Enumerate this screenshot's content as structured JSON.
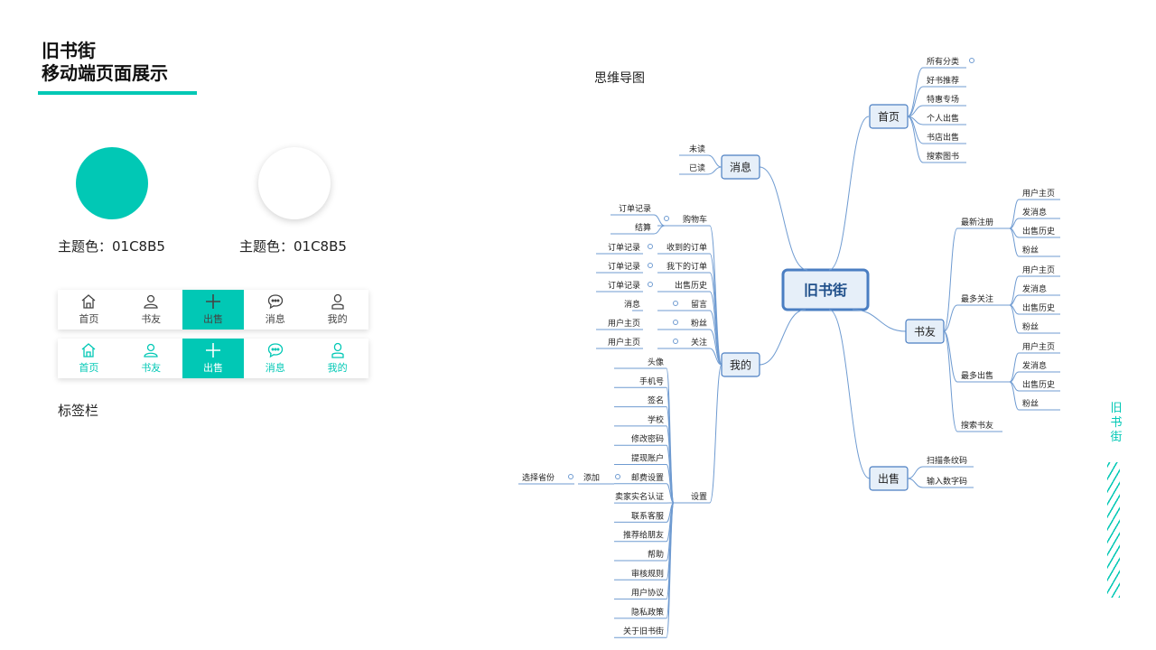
{
  "title": {
    "line1": "旧书街",
    "line2": "移动端页面展示"
  },
  "colors": {
    "theme": "#01C8B5",
    "line": "#6f9bd1",
    "node_border": "#4a7ec2",
    "node_fill": "#e6eff9"
  },
  "swatches": [
    {
      "label": "主题色：01C8B5",
      "color": "#01C8B5"
    },
    {
      "label": "主题色：01C8B5",
      "color": "#ffffff"
    }
  ],
  "tabbar": {
    "caption": "标签栏",
    "items": [
      {
        "label": "首页",
        "icon": "home-icon"
      },
      {
        "label": "书友",
        "icon": "user-icon"
      },
      {
        "label": "出售",
        "icon": "plus-icon"
      },
      {
        "label": "消息",
        "icon": "chat-icon"
      },
      {
        "label": "我的",
        "icon": "person-icon"
      }
    ]
  },
  "mindmap": {
    "caption": "思维导图",
    "root": "旧书街",
    "首页": [
      "所有分类",
      "好书推荐",
      "特惠专场",
      "个人出售",
      "书店出售",
      "搜索图书"
    ],
    "消息": [
      "未读",
      "已读"
    ],
    "书友": {
      "groups": [
        {
          "label": "最新注册",
          "children": [
            "用户主页",
            "发消息",
            "出售历史",
            "粉丝"
          ]
        },
        {
          "label": "最多关注",
          "children": [
            "用户主页",
            "发消息",
            "出售历史",
            "粉丝"
          ]
        },
        {
          "label": "最多出售",
          "children": [
            "用户主页",
            "发消息",
            "出售历史",
            "粉丝"
          ]
        }
      ],
      "extra": "搜索书友"
    },
    "出售": [
      "扫描条纹码",
      "输入数字码"
    ],
    "我的": {
      "groups": [
        {
          "label": "购物车",
          "children": [
            "订单记录",
            "结算"
          ]
        },
        {
          "label": "收到的订单",
          "children": [
            "订单记录"
          ]
        },
        {
          "label": "我下的订单",
          "children": [
            "订单记录"
          ]
        },
        {
          "label": "出售历史",
          "children": [
            "订单记录"
          ]
        },
        {
          "label": "留言",
          "children": [
            "消息"
          ]
        },
        {
          "label": "粉丝",
          "children": [
            "用户主页"
          ]
        },
        {
          "label": "关注",
          "children": [
            "用户主页"
          ]
        }
      ],
      "settings": {
        "label": "设置",
        "children": [
          "头像",
          "手机号",
          "签名",
          "学校",
          "修改密码",
          "提现账户",
          "邮费设置",
          "卖家实名认证",
          "联系客服",
          "推荐给朋友",
          "帮助",
          "审核规则",
          "用户协议",
          "隐私政策",
          "关于旧书街"
        ],
        "chain": [
          "添加",
          "选择省份"
        ]
      }
    }
  },
  "side_text": "旧书街"
}
